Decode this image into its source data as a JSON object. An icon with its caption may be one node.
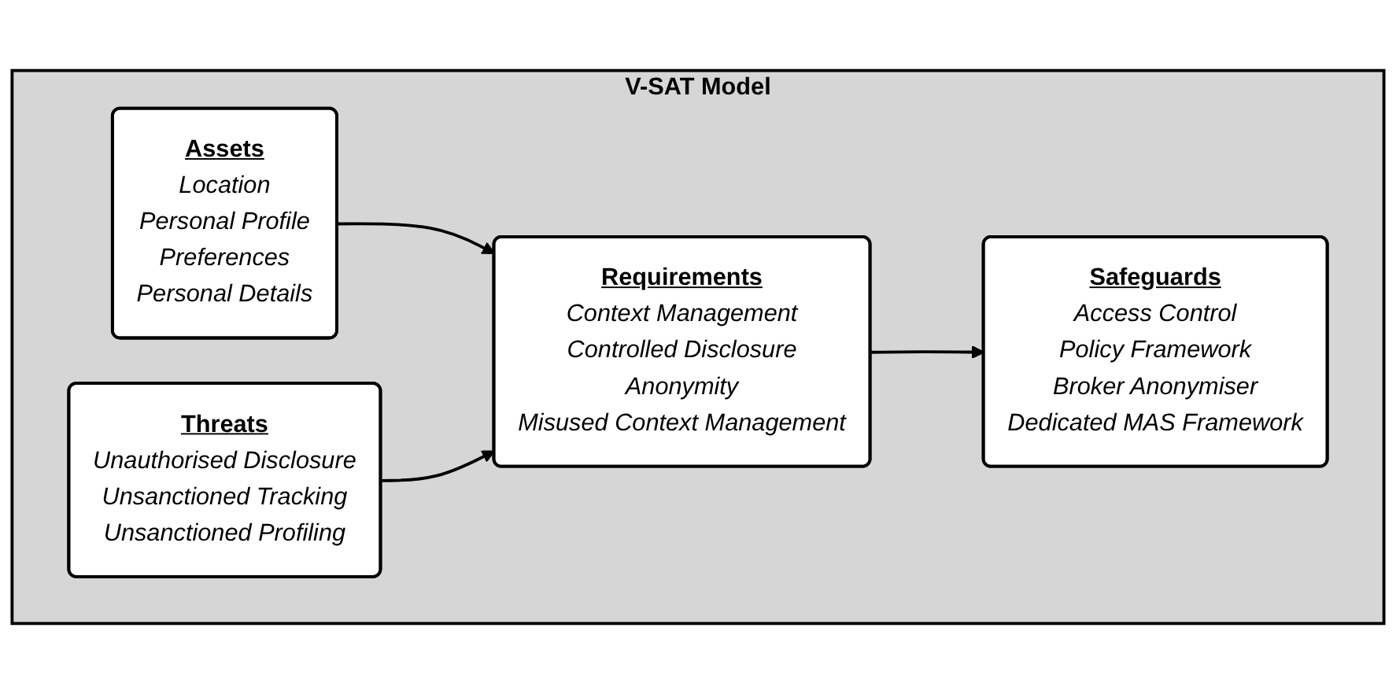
{
  "diagram": {
    "nodes": [
      {
        "text": [
          "V-SAT Model"
        ]
      },
      {
        "text": [
          "Assets",
          "Location",
          "Personal Profile",
          "Preferences",
          "Personal Details"
        ],
        "in": 0
      },
      {
        "text": [
          "Threats",
          "Unauthorised Disclosure",
          "Unsanctioned Tracking",
          "Unsanctioned Profiling"
        ],
        "in": 0
      },
      {
        "text": [
          "Requirements",
          "Context Management",
          "Controlled Disclosure",
          "Anonymity",
          "Misused Context Management"
        ],
        "in": 0
      },
      {
        "text": [
          "Safeguards",
          "Access Control",
          "Policy Framework",
          "Broker Anonymiser",
          "Dedicated MAS Framework"
        ],
        "in": 0
      }
    ],
    "edges": [
      {
        "from": 1,
        "to": 3,
        "arrow": "to"
      },
      {
        "from": 2,
        "to": 3,
        "arrow": "to"
      },
      {
        "from": 3,
        "to": 4,
        "arrow": "to"
      }
    ]
  }
}
